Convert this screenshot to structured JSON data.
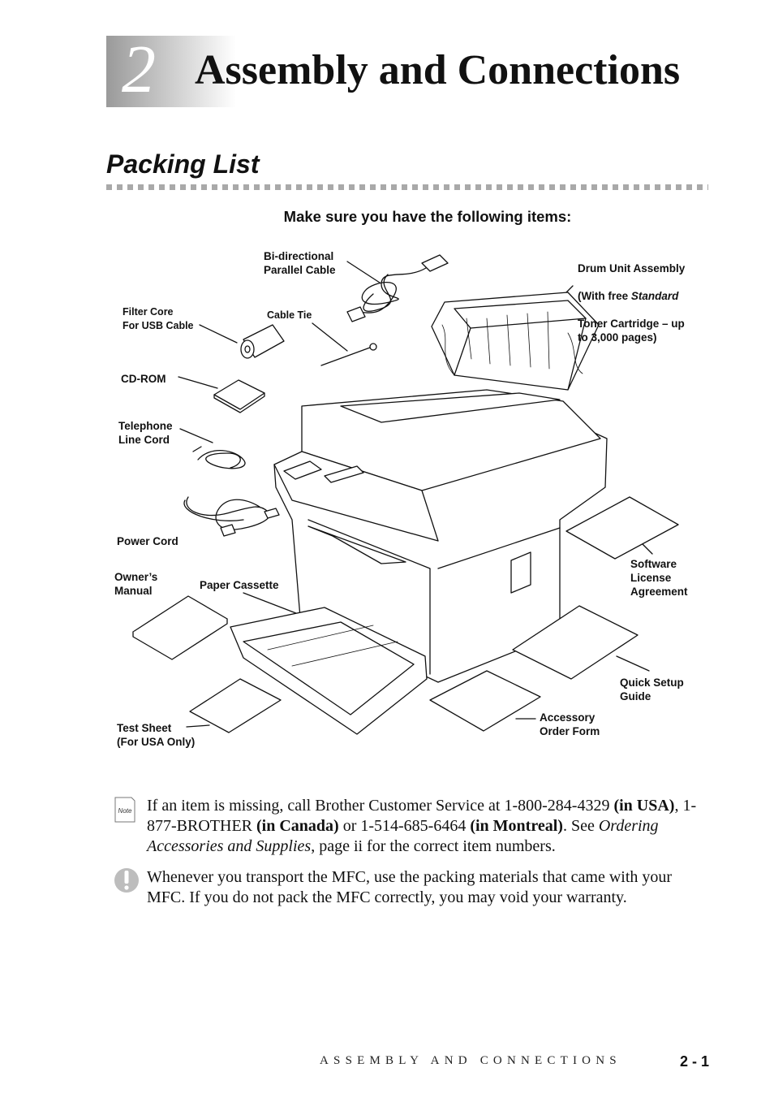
{
  "chapter": {
    "number": "2",
    "title": "Assembly and Connections"
  },
  "section": {
    "title": "Packing List",
    "instruction": "Make sure you have the following items:"
  },
  "labels": {
    "bidirectional_cable": "Bi-directional\nParallel Cable",
    "drum_unit_line1": "Drum Unit Assembly",
    "drum_unit_line2_prefix": "(With free ",
    "drum_unit_line2_italic": "Standard",
    "drum_unit_line3": "Toner Cartridge – up\nto 3,000 pages)",
    "filter_core": "Filter Core\nFor USB Cable",
    "cable_tie": "Cable Tie",
    "cd_rom": "CD-ROM",
    "telephone_cord": "Telephone\nLine Cord",
    "power_cord": "Power Cord",
    "owners_manual": "Owner’s\nManual",
    "paper_cassette": "Paper Cassette",
    "software_license": "Software\nLicense\nAgreement",
    "quick_setup": "Quick Setup\nGuide",
    "accessory_form": "Accessory\nOrder Form",
    "test_sheet": "Test Sheet\n(For USA Only)"
  },
  "note": {
    "icon_label": "Note",
    "icon": "note-icon",
    "t1": "If an item is missing, call Brother Customer Service at 1-800-284-4329 ",
    "b1": "(in USA)",
    "t2": ", 1-877-BROTHER ",
    "b2": "(in Canada)",
    "t3": " or 1-514-685-6464 ",
    "b3": "(in Montreal)",
    "t4": ". See ",
    "i1": "Ordering Accessories and Supplies",
    "t5": ", page ii for the correct item numbers."
  },
  "warning": {
    "icon": "exclamation-icon",
    "text": "Whenever you transport the MFC, use the packing materials that came with your MFC. If you do not pack the MFC correctly, you may void your warranty."
  },
  "footer": {
    "running_title": "ASSEMBLY AND CONNECTIONS",
    "page_number": "2 - 1"
  }
}
